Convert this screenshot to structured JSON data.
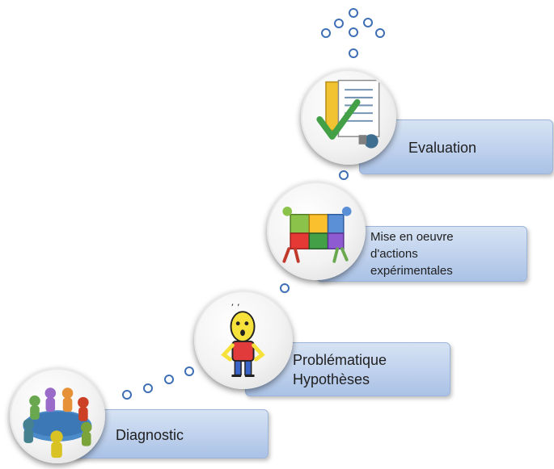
{
  "steps": {
    "diagnostic": {
      "label": "Diagnostic"
    },
    "problematique": {
      "label": "Problématique\nHypothèses"
    },
    "mise_en_oeuvre": {
      "label": "Mise en oeuvre\nd'actions\nexpérimentales"
    },
    "evaluation": {
      "label": "Evaluation"
    }
  },
  "colors": {
    "box_fill": "#bccfec",
    "box_border": "#9db4d9",
    "dot_stroke": "#3f6fb5",
    "dot_fill": "#ffffff"
  },
  "icons": {
    "diagnostic": "meeting-table-icon",
    "problematique": "puzzled-person-icon",
    "mise_en_oeuvre": "puzzle-teamwork-icon",
    "evaluation": "checklist-icon"
  }
}
